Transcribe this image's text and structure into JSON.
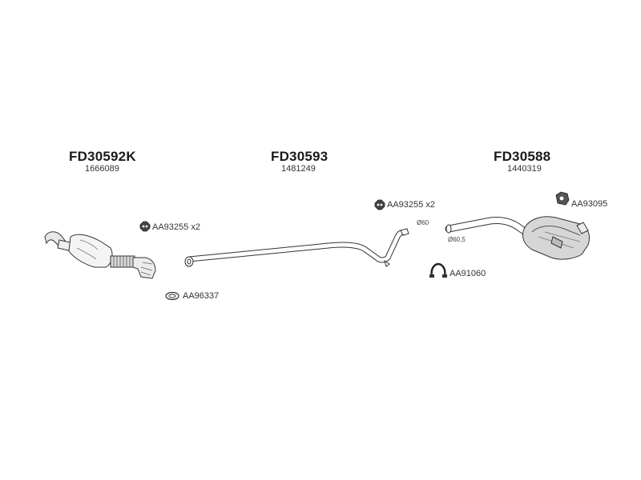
{
  "sections": [
    {
      "code": "FD30592K",
      "oem": "1666089"
    },
    {
      "code": "FD30593",
      "oem": "1481249"
    },
    {
      "code": "FD30588",
      "oem": "1440319"
    }
  ],
  "accessories": [
    {
      "code": "AA93255 x2",
      "icon": "rubber-mount-icon"
    },
    {
      "code": "AA96337",
      "icon": "gasket-ring-icon"
    },
    {
      "code": "AA93255 x2",
      "icon": "rubber-mount-icon"
    },
    {
      "code": "AA93095",
      "icon": "hanger-bracket-icon"
    },
    {
      "code": "AA91060",
      "icon": "pipe-clamp-icon"
    }
  ],
  "diameters": [
    "Ø60",
    "Ø60,5"
  ]
}
